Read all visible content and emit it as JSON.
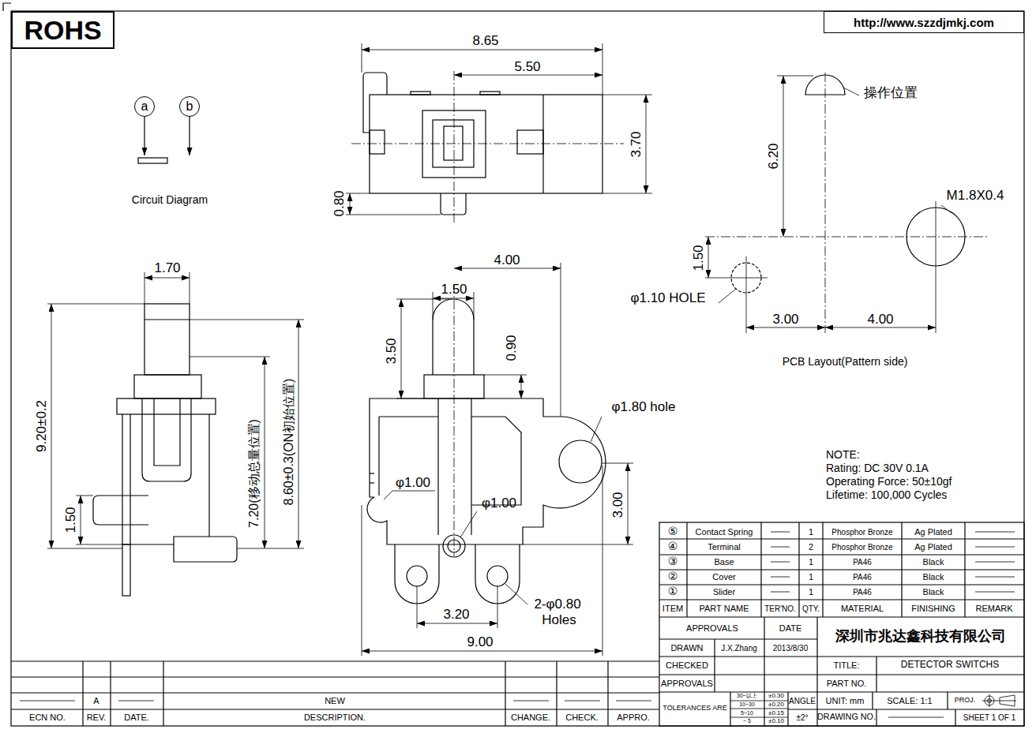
{
  "diagram": {
    "nodes": [
      {
        "text": [
          "ROHS"
        ]
      },
      {
        "text": [
          "http://www.szzdjmkj.com"
        ]
      },
      {
        "text": [
          "a"
        ]
      },
      {
        "text": [
          "b"
        ]
      }
    ],
    "labels": [
      "8.65",
      "5.50",
      "0.80",
      "3.70",
      "Circuit Diagram",
      "6.20",
      "操作位置",
      "M1.8X0.4",
      "1.50",
      "φ1.10 HOLE",
      "3.00",
      "4.00",
      "PCB Layout(Pattern side)",
      "1.70",
      "9.20±0.2",
      "1.50",
      "7.20(移动总量位置)",
      "8.60±0.3(ON初始位置)",
      "4.00",
      "1.50",
      "3.50",
      "0.90",
      "φ1.80 hole",
      "φ1.00",
      "φ1.00",
      "3.00",
      "3.20",
      "2-φ0.80",
      "Holes",
      "9.00",
      "NOTE:",
      "Rating: DC 30V 0.1A",
      "Operating Force: 50±10gf",
      "Lifetime: 100,000 Cycles",
      "⑤",
      "Contact Spring",
      "1",
      "Phosphor Bronze",
      "Ag Plated",
      "④",
      "Terminal",
      "2",
      "Phosphor Bronze",
      "Ag Plated",
      "③",
      "Base",
      "1",
      "PA46",
      "Black",
      "②",
      "Cover",
      "1",
      "PA46",
      "Black",
      "①",
      "Slider",
      "1",
      "PA46",
      "Black",
      "ITEM",
      "PART NAME",
      "TER'NO.",
      "QTY.",
      "MATERIAL",
      "FINISHING",
      "REMARK",
      "APPROVALS",
      "DATE",
      "深圳市兆达鑫科技有限公司",
      "DRAWN",
      "J.X.Zhang",
      "2013/8/30",
      "CHECKED",
      "TITLE:",
      "DETECTOR SWITCHS",
      "APPROVALS",
      "PART NO.",
      "TOLERANCES ARE",
      "30~以上",
      "±0.30",
      "10~30",
      "±0.20",
      "5~10",
      "±0.15",
      "~ 5",
      "±0.10",
      "ANGLE",
      "±2°",
      "UNIT: mm",
      "SCALE: 1:1",
      "PROJ.",
      "DRAWING NO.",
      "SHEET 1 OF 1",
      "A",
      "NEW",
      "ECN NO.",
      "REV.",
      "DATE.",
      "DESCRIPTION.",
      "CHANGE.",
      "CHECK.",
      "APPRO."
    ]
  }
}
